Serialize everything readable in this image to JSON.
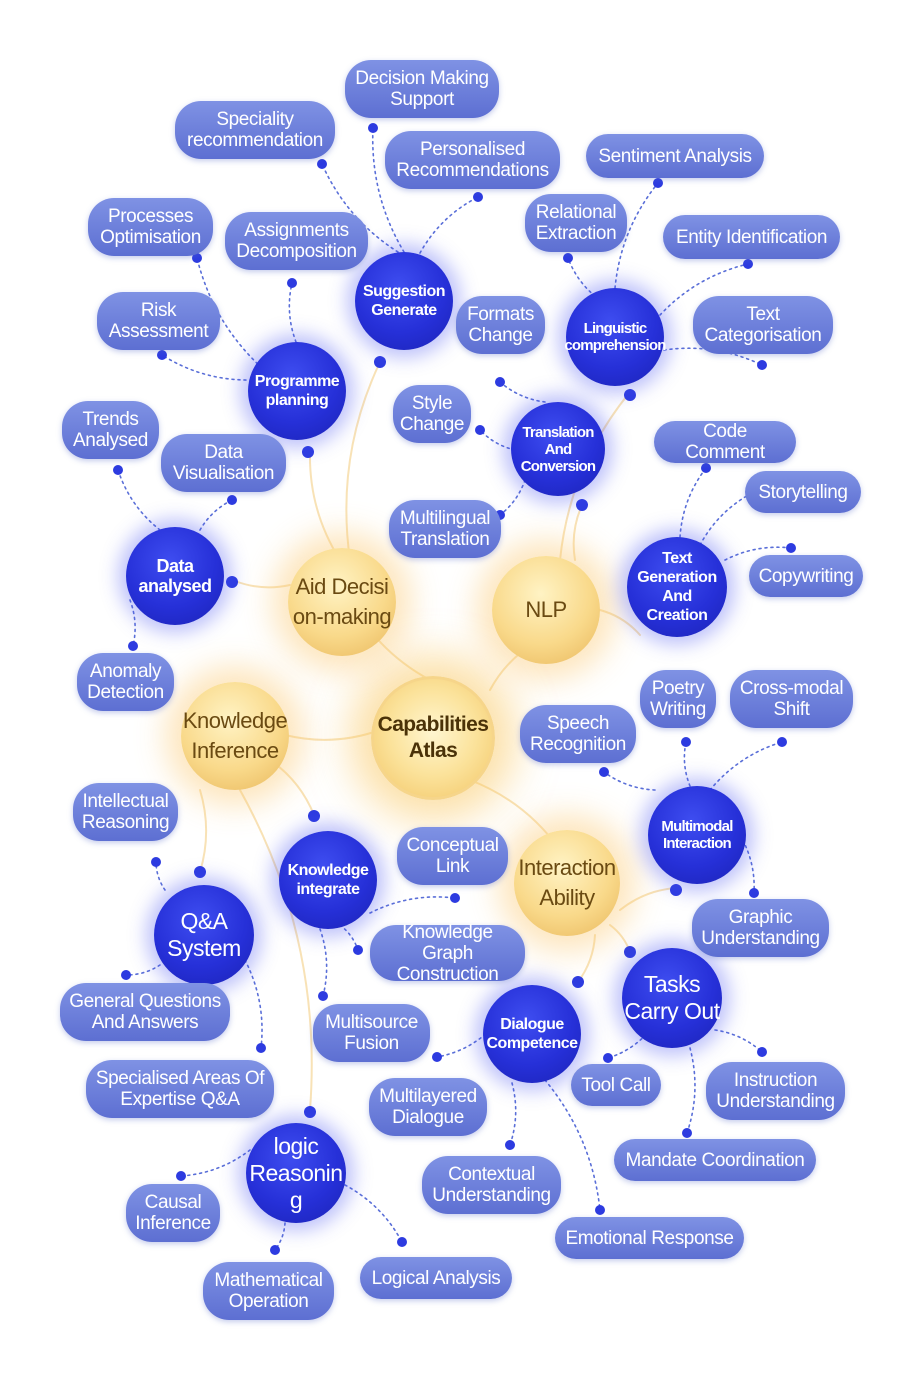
{
  "center": {
    "label": "Capabilities\nAtlas"
  },
  "cores": [
    {
      "id": "aid",
      "label": "Aid Decisi\non-making"
    },
    {
      "id": "nlp",
      "label": "NLP"
    },
    {
      "id": "knowledge_inference",
      "label": "Knowledge\nInference"
    },
    {
      "id": "interaction",
      "label": "Interaction\nAbility"
    }
  ],
  "hubs": [
    {
      "id": "suggestion",
      "label": "Suggestion\nGenerate"
    },
    {
      "id": "programme",
      "label": "Programme\nplanning"
    },
    {
      "id": "data_analysed",
      "label": "Data\nanalysed"
    },
    {
      "id": "linguistic",
      "label": "Linguistic\ncomprehension"
    },
    {
      "id": "translation",
      "label": "Translation\nAnd\nConversion"
    },
    {
      "id": "textgen",
      "label": "Text\nGeneration\nAnd\nCreation"
    },
    {
      "id": "knowledge_integrate",
      "label": "Knowledge\nintegrate"
    },
    {
      "id": "qa",
      "label": "Q&A\nSystem"
    },
    {
      "id": "logic",
      "label": "logic\nReasonin\ng"
    },
    {
      "id": "multimodal",
      "label": "Multimodal\nInteraction"
    },
    {
      "id": "dialogue",
      "label": "Dialogue\nCompetence"
    },
    {
      "id": "tasks",
      "label": "Tasks\nCarry Out"
    }
  ],
  "leaves": [
    {
      "id": "decision_support",
      "label": "Decision Making\nSupport"
    },
    {
      "id": "speciality",
      "label": "Speciality\nrecommendation"
    },
    {
      "id": "personalised",
      "label": "Personalised\nRecommendations"
    },
    {
      "id": "processes",
      "label": "Processes\nOptimisation"
    },
    {
      "id": "assignments",
      "label": "Assignments\nDecomposition"
    },
    {
      "id": "risk",
      "label": "Risk\nAssessment"
    },
    {
      "id": "trends",
      "label": "Trends\nAnalysed"
    },
    {
      "id": "data_vis",
      "label": "Data\nVisualisation"
    },
    {
      "id": "anomaly",
      "label": "Anomaly\nDetection"
    },
    {
      "id": "sentiment",
      "label": "Sentiment Analysis"
    },
    {
      "id": "relational",
      "label": "Relational\nExtraction"
    },
    {
      "id": "entity",
      "label": "Entity Identification"
    },
    {
      "id": "text_cat",
      "label": "Text\nCategorisation"
    },
    {
      "id": "formats",
      "label": "Formats\nChange"
    },
    {
      "id": "style",
      "label": "Style\nChange"
    },
    {
      "id": "multilingual",
      "label": "Multilingual\nTranslation"
    },
    {
      "id": "code_comment",
      "label": "Code Comment"
    },
    {
      "id": "storytelling",
      "label": "Storytelling"
    },
    {
      "id": "copywriting",
      "label": "Copywriting"
    },
    {
      "id": "poetry",
      "label": "Poetry\nWriting"
    },
    {
      "id": "crossmodal",
      "label": "Cross-modal\nShift"
    },
    {
      "id": "speech",
      "label": "Speech\nRecognition"
    },
    {
      "id": "graphic",
      "label": "Graphic\nUnderstanding"
    },
    {
      "id": "intellectual",
      "label": "Intellectual\nReasoning"
    },
    {
      "id": "conceptual",
      "label": "Conceptual\nLink"
    },
    {
      "id": "kg_construction",
      "label": "Knowledge Graph\nConstruction"
    },
    {
      "id": "multisource",
      "label": "Multisource\nFusion"
    },
    {
      "id": "general_qa",
      "label": "General Questions\nAnd Answers"
    },
    {
      "id": "specialised_qa",
      "label": "Specialised Areas Of\nExpertise Q&A"
    },
    {
      "id": "multilayered",
      "label": "Multilayered\nDialogue"
    },
    {
      "id": "contextual",
      "label": "Contextual\nUnderstanding"
    },
    {
      "id": "emotional",
      "label": "Emotional Response"
    },
    {
      "id": "tool_call",
      "label": "Tool Call"
    },
    {
      "id": "instruction",
      "label": "Instruction\nUnderstanding"
    },
    {
      "id": "mandate",
      "label": "Mandate Coordination"
    },
    {
      "id": "causal",
      "label": "Causal\nInference"
    },
    {
      "id": "mathematical",
      "label": "Mathematical\nOperation"
    },
    {
      "id": "logical_analysis",
      "label": "Logical Analysis"
    }
  ],
  "colors": {
    "hub": "#2630d8",
    "leaf": "#6a7ddb",
    "core": "#f9d98a",
    "link": "#5a6fd8",
    "dot": "#2d3be0"
  }
}
